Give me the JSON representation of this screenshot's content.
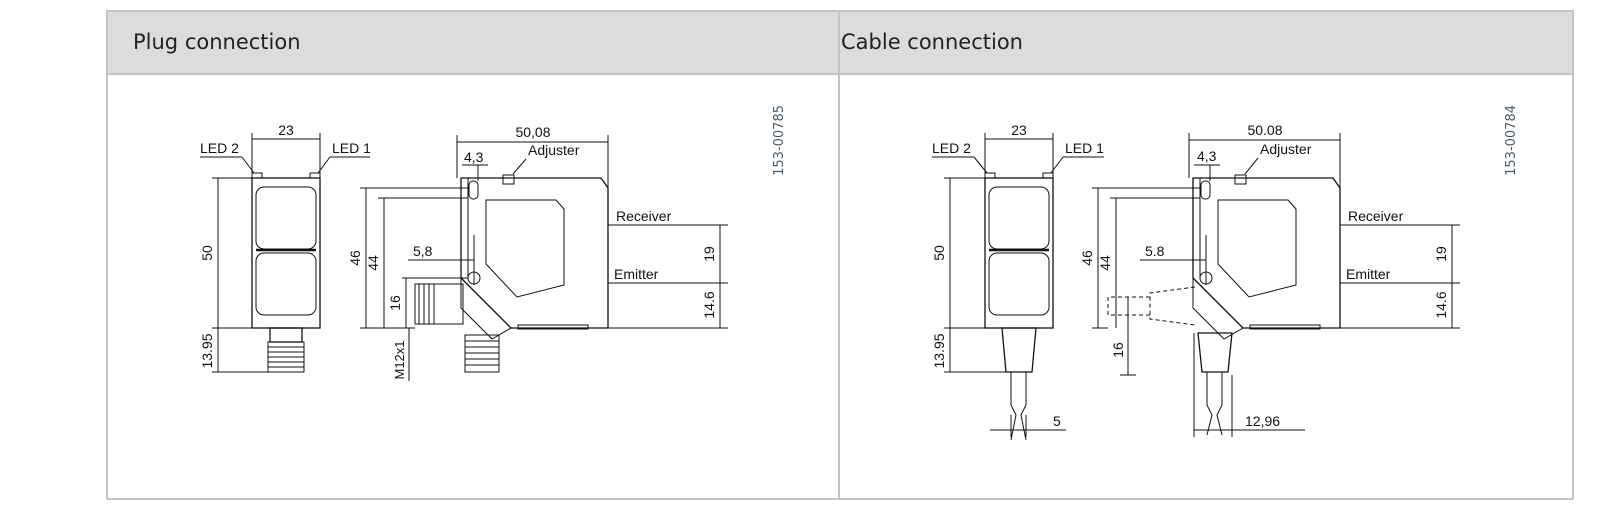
{
  "columns": [
    {
      "title": "Plug connection",
      "drawing_code": "153-00785",
      "labels": {
        "led2": "LED 2",
        "led1": "LED 1",
        "width": "23",
        "height": "50",
        "connector_len": "13.95",
        "depth": "50,08",
        "hole_offset": "4,3",
        "adjuster": "Adjuster",
        "receiver": "Receiver",
        "emitter": "Emitter",
        "h46": "46",
        "h44": "44",
        "w58": "5,8",
        "h16": "16",
        "thread": "M12x1",
        "h19": "19",
        "h146": "14.6"
      }
    },
    {
      "title": "Cable connection",
      "drawing_code": "153-00784",
      "labels": {
        "led2": "LED 2",
        "led1": "LED 1",
        "width": "23",
        "height": "50",
        "connector_len": "13.95",
        "cable_dia": "5",
        "depth": "50.08",
        "hole_offset": "4,3",
        "adjuster": "Adjuster",
        "receiver": "Receiver",
        "emitter": "Emitter",
        "h46": "46",
        "h44": "44",
        "w58": "5.8",
        "h16": "16",
        "h19": "19",
        "h146": "14.6",
        "cable_offset": "12,96"
      }
    }
  ]
}
